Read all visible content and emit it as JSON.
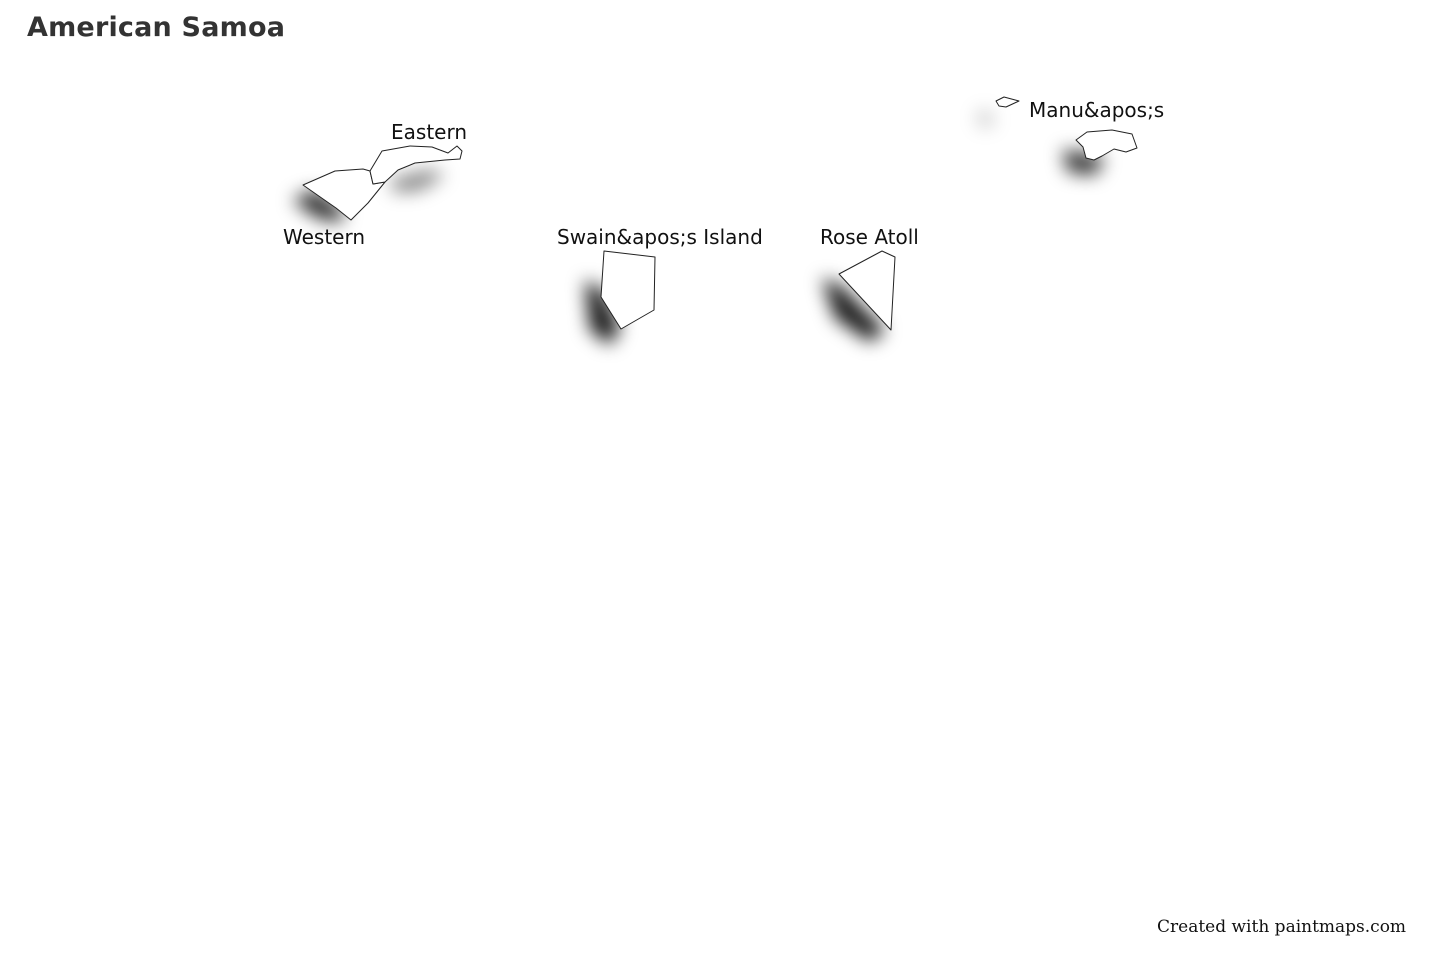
{
  "map": {
    "title": "American Samoa",
    "credit": "Created with paintmaps.com",
    "fill_color": "#ffffff",
    "stroke_color": "#222222",
    "regions": [
      {
        "id": "western",
        "label": "Western"
      },
      {
        "id": "eastern",
        "label": "Eastern"
      },
      {
        "id": "swains",
        "label": "Swain&apos;s Island"
      },
      {
        "id": "rose",
        "label": "Rose Atoll"
      },
      {
        "id": "manuas",
        "label": "Manu&apos;s"
      }
    ]
  }
}
